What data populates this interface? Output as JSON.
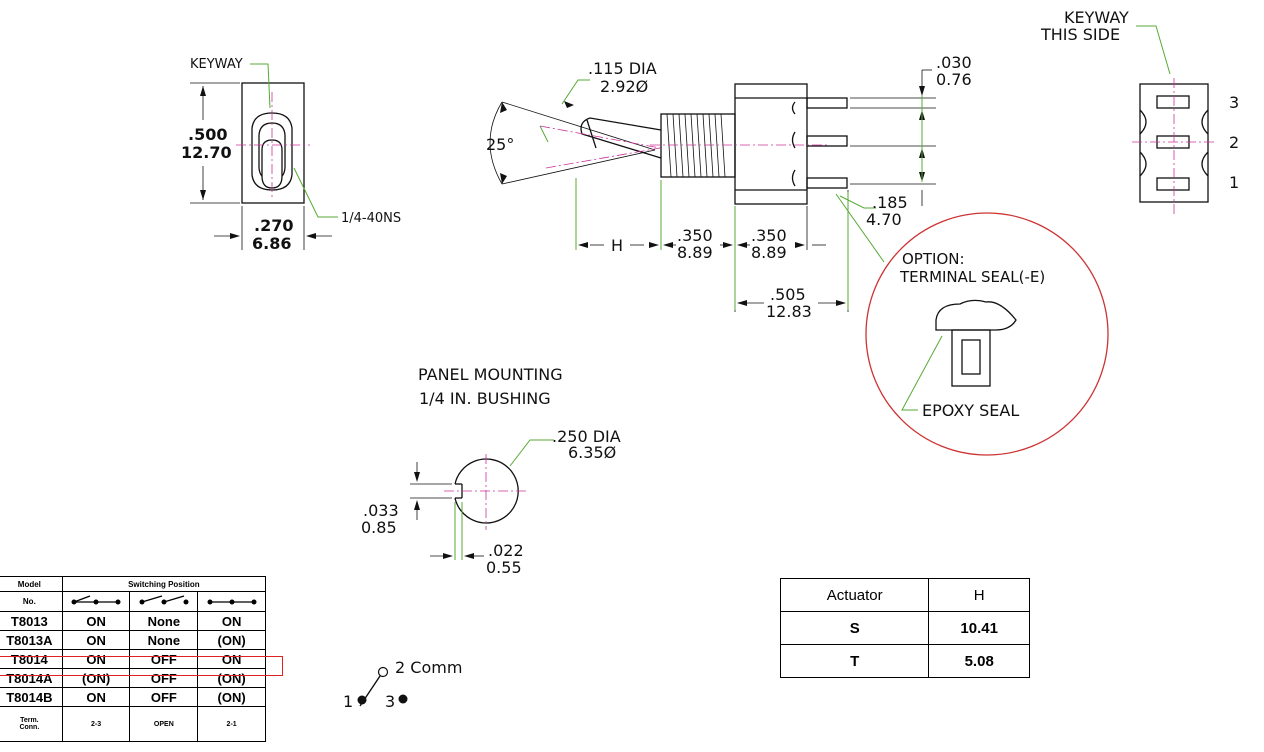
{
  "labels": {
    "keyway": "KEYWAY",
    "height_in": ".500",
    "height_mm": "12.70",
    "width_in": ".270",
    "width_mm": "6.86",
    "thread": "1/4-40NS",
    "lever_dia_in": ".115 DIA",
    "lever_dia_mm": "2.92Ø",
    "angle": "25°",
    "h_label": "H",
    "bush_in": ".350",
    "bush_mm": "8.89",
    "body_in": ".350",
    "body_mm": "8.89",
    "term_len_in": ".505",
    "term_len_mm": "12.83",
    "term_w_in": ".030",
    "term_w_mm": "0.76",
    "term_pitch_in": ".185",
    "term_pitch_mm": "4.70",
    "keyway_side_1": "KEYWAY",
    "keyway_side_2": "THIS SIDE",
    "pin_3": "3",
    "pin_2": "2",
    "pin_1": "1",
    "option_1": "OPTION:",
    "option_2": "TERMINAL SEAL(-E)",
    "epoxy": "EPOXY SEAL",
    "panel_1": "PANEL MOUNTING",
    "panel_2": "1/4 IN. BUSHING",
    "hole_dia_in": ".250 DIA",
    "hole_dia_mm": "6.35Ø",
    "key_depth_in": ".033",
    "key_depth_mm": "0.85",
    "key_w_in": ".022",
    "key_w_mm": "0.55",
    "schematic_comm": "2 Comm",
    "schematic_1": "1",
    "schematic_3": "3"
  },
  "switch_table": {
    "model_hdr_1": "Model",
    "model_hdr_2": "No.",
    "positions_hdr": "Switching Position",
    "rows": [
      {
        "model": "T8013",
        "p1": "ON",
        "p2": "None",
        "p3": "ON"
      },
      {
        "model": "T8013A",
        "p1": "ON",
        "p2": "None",
        "p3": "(ON)"
      },
      {
        "model": "T8014",
        "p1": "ON",
        "p2": "OFF",
        "p3": "ON"
      },
      {
        "model": "T8014A",
        "p1": "(ON)",
        "p2": "OFF",
        "p3": "(ON)"
      },
      {
        "model": "T8014B",
        "p1": "ON",
        "p2": "OFF",
        "p3": "(ON)"
      }
    ],
    "term": {
      "label_1": "Term.",
      "label_2": "Conn.",
      "p1": "2-3",
      "p2": "OPEN",
      "p3": "2-1"
    },
    "highlighted_model": "T8014",
    "highlight_color": "#dd2222"
  },
  "actuator_table": {
    "col1": "Actuator",
    "col2": "H",
    "rows": [
      {
        "actuator": "S",
        "h": "10.41"
      },
      {
        "actuator": "T",
        "h": "5.08"
      }
    ]
  },
  "colors": {
    "outline": "#111111",
    "leader": "#55aa33",
    "centerline": "#cc3399",
    "seal_circle": "#cc3333"
  }
}
